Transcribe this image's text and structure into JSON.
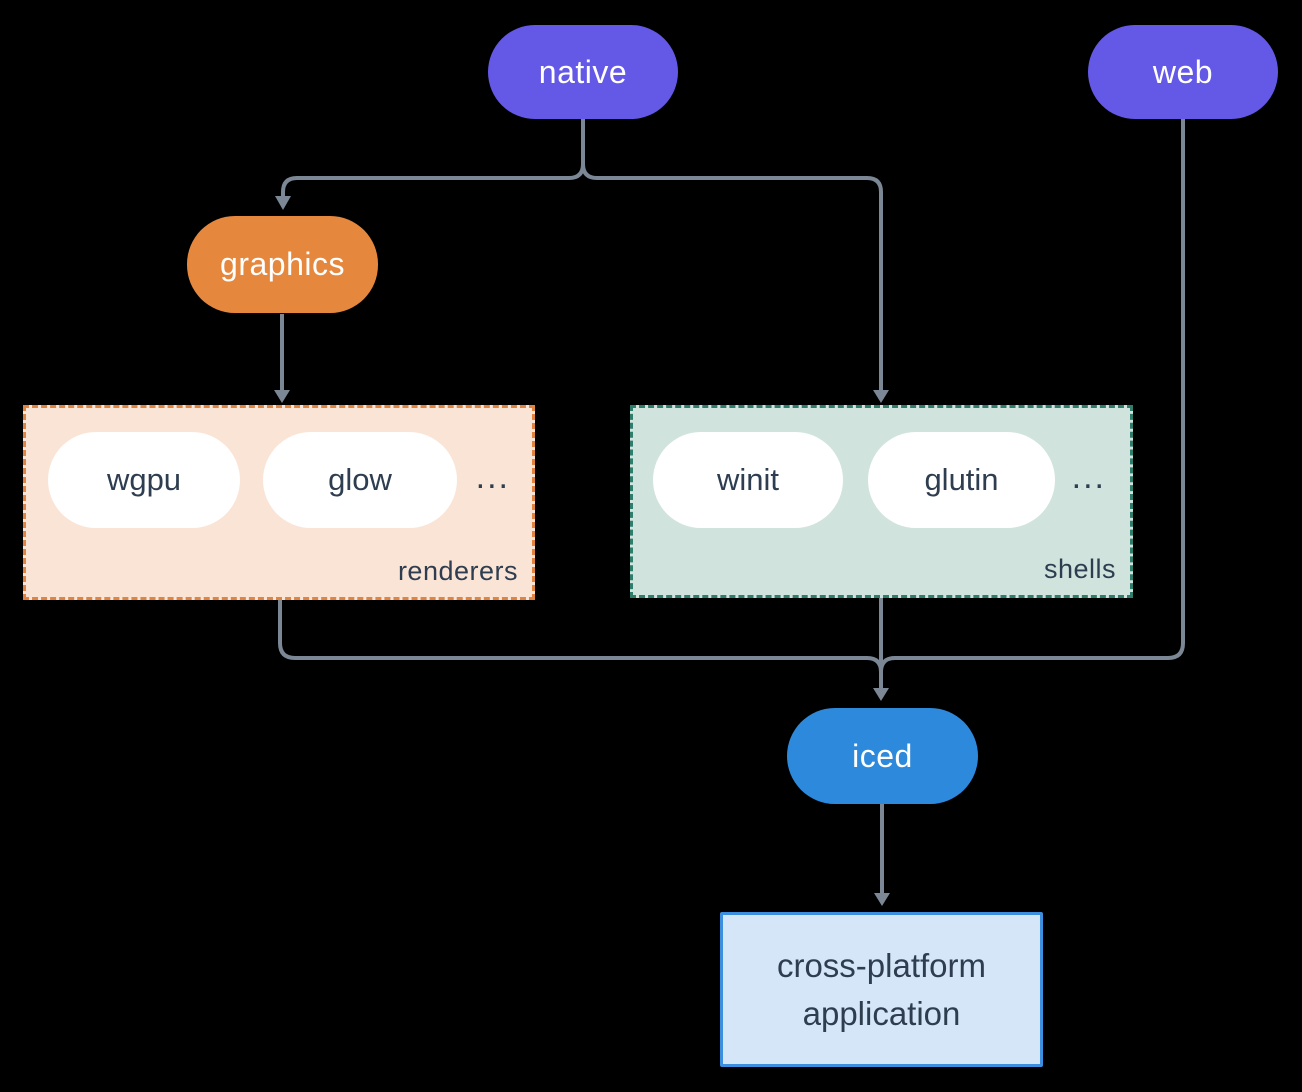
{
  "diagram": {
    "nodes": {
      "native": {
        "label": "native",
        "color": "#6459e7"
      },
      "web": {
        "label": "web",
        "color": "#6459e7"
      },
      "graphics": {
        "label": "graphics",
        "color": "#e6873e"
      },
      "iced": {
        "label": "iced",
        "color": "#2d89dc"
      },
      "application": {
        "line1": "cross-platform",
        "line2": "application",
        "bg": "#d4e6f7",
        "border": "#3c8ede"
      }
    },
    "groups": {
      "renderers": {
        "label": "renderers",
        "items": [
          "wgpu",
          "glow"
        ],
        "ellipsis": "...",
        "bg": "#fae4d6",
        "border": "#e08440"
      },
      "shells": {
        "label": "shells",
        "items": [
          "winit",
          "glutin"
        ],
        "ellipsis": "...",
        "bg": "#d0e3dd",
        "border": "#2f7d6d"
      }
    },
    "colors": {
      "connector": "#7b8794",
      "text_dark": "#2e3d4f",
      "pill_text": "#ffffff",
      "background": "#000000"
    }
  }
}
